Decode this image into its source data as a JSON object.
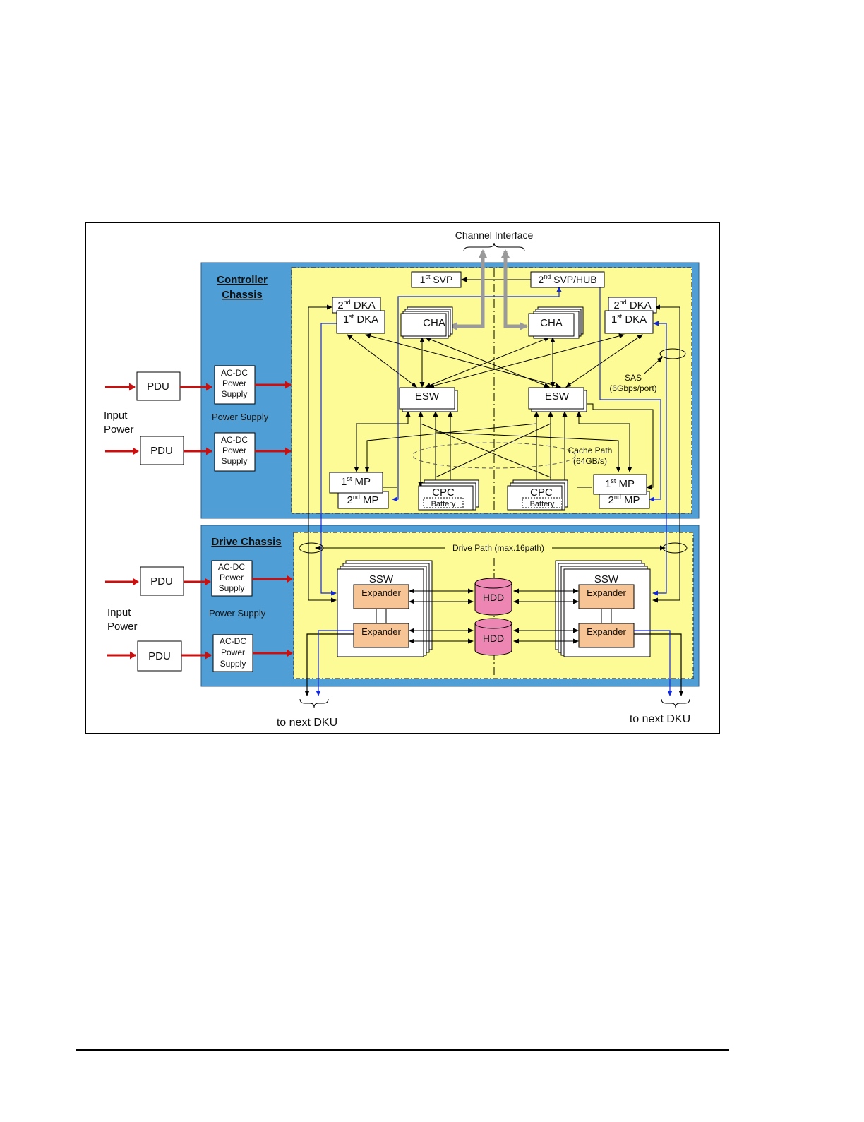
{
  "colors": {
    "chassis_bg": "#4f9fd6",
    "logic_bg": "#fdfb96",
    "expander": "#f6c495",
    "hdd": "#ee86b4",
    "power_arrow": "#c81010",
    "blue_path": "#1328d6",
    "channel_arrow": "#9a9a9a"
  },
  "top": {
    "channel_interface": "Channel Interface"
  },
  "controller": {
    "title_line1": "Controller",
    "title_line2": "Chassis",
    "power_supply_label": "Power Supply",
    "input_power_line1": "Input",
    "input_power_line2": "Power",
    "pdu1": "PDU",
    "pdu2": "PDU",
    "acdc1": [
      "AC-DC",
      "Power",
      "Supply"
    ],
    "acdc2": [
      "AC-DC",
      "Power",
      "Supply"
    ],
    "svp1": {
      "prefix": "1",
      "sup": "st",
      "suffix": " SVP"
    },
    "svp2": {
      "prefix": "2",
      "sup": "nd",
      "suffix": " SVP/HUB"
    },
    "dka2_left": {
      "prefix": "2",
      "sup": "nd",
      "suffix": " DKA"
    },
    "dka1_left": {
      "prefix": "1",
      "sup": "st",
      "suffix": " DKA"
    },
    "dka2_right": {
      "prefix": "2",
      "sup": "nd",
      "suffix": " DKA"
    },
    "dka1_right": {
      "prefix": "1",
      "sup": "st",
      "suffix": " DKA"
    },
    "cha_left": "CHA",
    "cha_right": "CHA",
    "esw_left": "ESW",
    "esw_right": "ESW",
    "sas_line1": "SAS",
    "sas_line2": "(6Gbps/port)",
    "cache_line1": "Cache Path",
    "cache_line2": "(64GB/s)",
    "mp1_left": {
      "prefix": "1",
      "sup": "st",
      "suffix": " MP"
    },
    "mp2_left": {
      "prefix": "2",
      "sup": "nd",
      "suffix": " MP"
    },
    "mp1_right": {
      "prefix": "1",
      "sup": "st",
      "suffix": " MP"
    },
    "mp2_right": {
      "prefix": "2",
      "sup": "nd",
      "suffix": " MP"
    },
    "cpc_left": "CPC",
    "cpc_right": "CPC",
    "battery_left": "Battery",
    "battery_right": "Battery"
  },
  "drive": {
    "title": "Drive Chassis",
    "drive_path": "Drive Path (max.16path)",
    "power_supply_label": "Power Supply",
    "input_power_line1": "Input",
    "input_power_line2": "Power",
    "pdu1": "PDU",
    "pdu2": "PDU",
    "acdc1": [
      "AC-DC",
      "Power",
      "Supply"
    ],
    "acdc2": [
      "AC-DC",
      "Power",
      "Supply"
    ],
    "ssw_left": "SSW",
    "ssw_right": "SSW",
    "expander_lt": "Expander",
    "expander_lb": "Expander",
    "expander_rt": "Expander",
    "expander_rb": "Expander",
    "hdd1": "HDD",
    "hdd2": "HDD",
    "next_dku_left": "to next DKU",
    "next_dku_right": "to next DKU"
  }
}
